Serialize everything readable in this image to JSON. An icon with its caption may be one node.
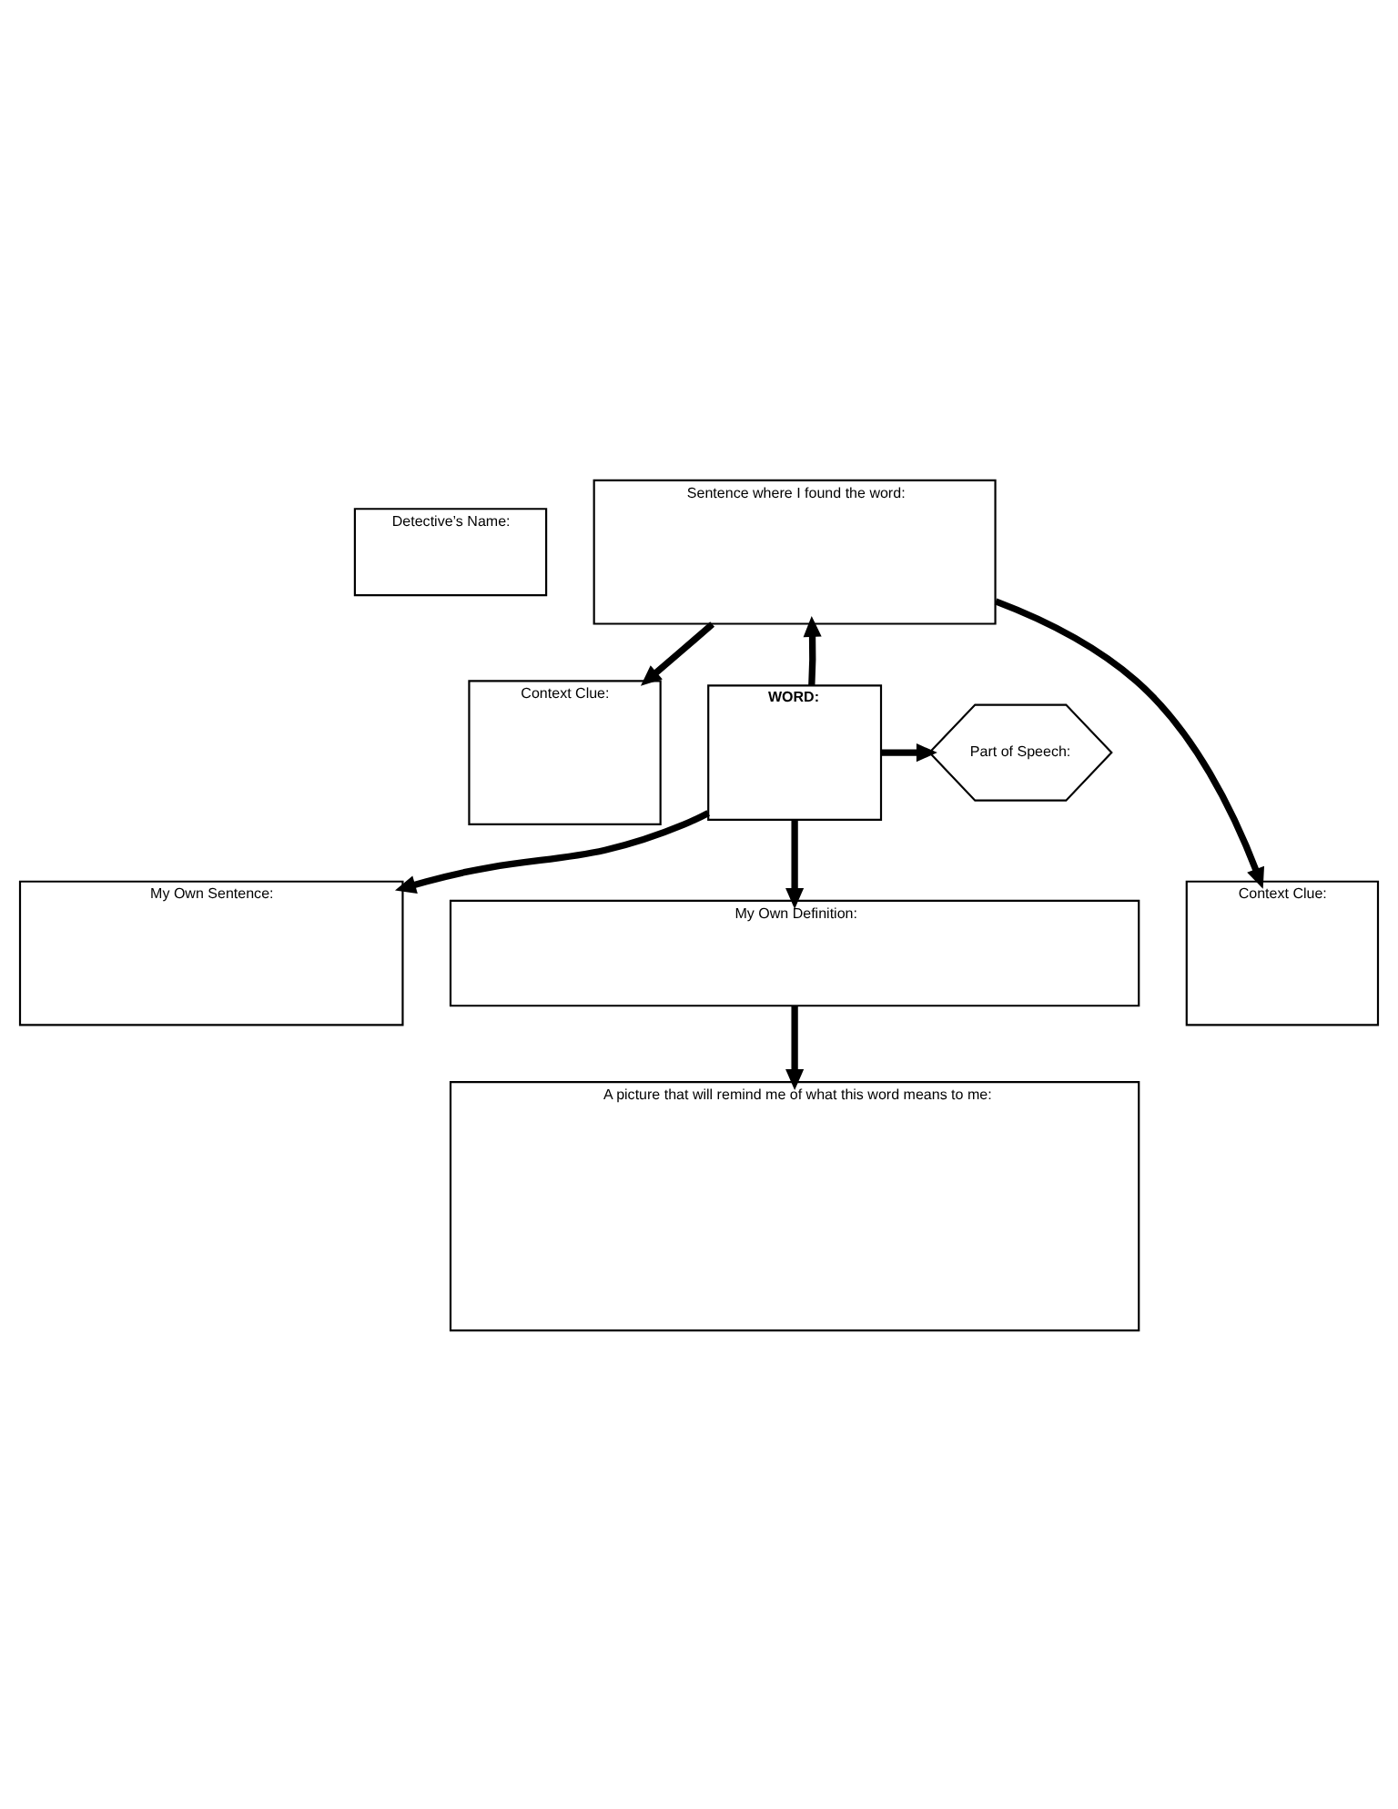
{
  "diagram": {
    "nodes": [
      {
        "text": [
          "Detective’s Name:"
        ]
      },
      {
        "text": [
          "Sentence where I found the word:"
        ]
      },
      {
        "text": [
          "Context Clue:"
        ]
      },
      {
        "text": [
          "WORD:"
        ]
      },
      {
        "text": [
          "Part of Speech:"
        ]
      },
      {
        "text": [
          "Context Clue:"
        ]
      },
      {
        "text": [
          "My Own Sentence:"
        ]
      },
      {
        "text": [
          "My Own Definition:"
        ]
      },
      {
        "text": [
          "A picture that will remind me of what this word means to me:"
        ]
      }
    ],
    "edges": [
      {
        "from": 1,
        "to": 2,
        "arrow": "to"
      },
      {
        "from": 1,
        "to": 5,
        "arrow": "to"
      },
      {
        "from": 3,
        "to": 1,
        "arrow": "to"
      },
      {
        "from": 3,
        "to": 4,
        "arrow": "to"
      },
      {
        "from": 3,
        "to": 6,
        "arrow": "to"
      },
      {
        "from": 3,
        "to": 7,
        "arrow": "to"
      },
      {
        "from": 7,
        "to": 8,
        "arrow": "to"
      }
    ]
  }
}
